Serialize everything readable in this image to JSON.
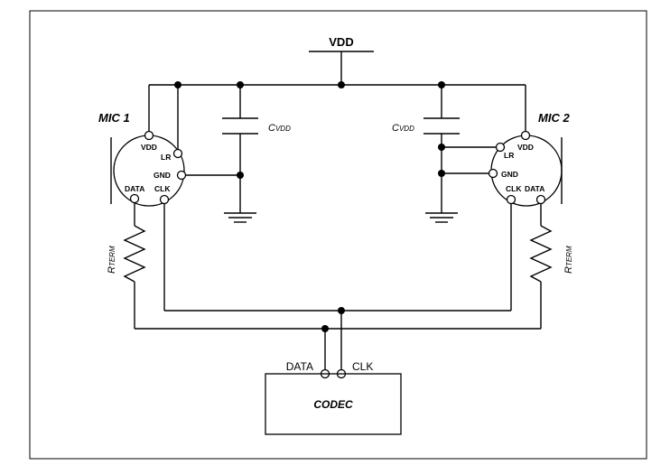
{
  "supply": {
    "label": "VDD"
  },
  "mic1": {
    "label": "MIC 1",
    "pins": {
      "vdd": "VDD",
      "lr": "LR",
      "gnd": "GND",
      "data": "DATA",
      "clk": "CLK"
    }
  },
  "mic2": {
    "label": "MIC 2",
    "pins": {
      "vdd": "VDD",
      "lr": "LR",
      "gnd": "GND",
      "data": "DATA",
      "clk": "CLK"
    }
  },
  "cap_left": {
    "main": "C",
    "sub": "VDD"
  },
  "cap_right": {
    "main": "C",
    "sub": "VDD"
  },
  "res_left": {
    "main": "R",
    "sub": "TERM"
  },
  "res_right": {
    "main": "R",
    "sub": "TERM"
  },
  "codec": {
    "label": "CODEC",
    "data_pin": "DATA",
    "clk_pin": "CLK"
  }
}
